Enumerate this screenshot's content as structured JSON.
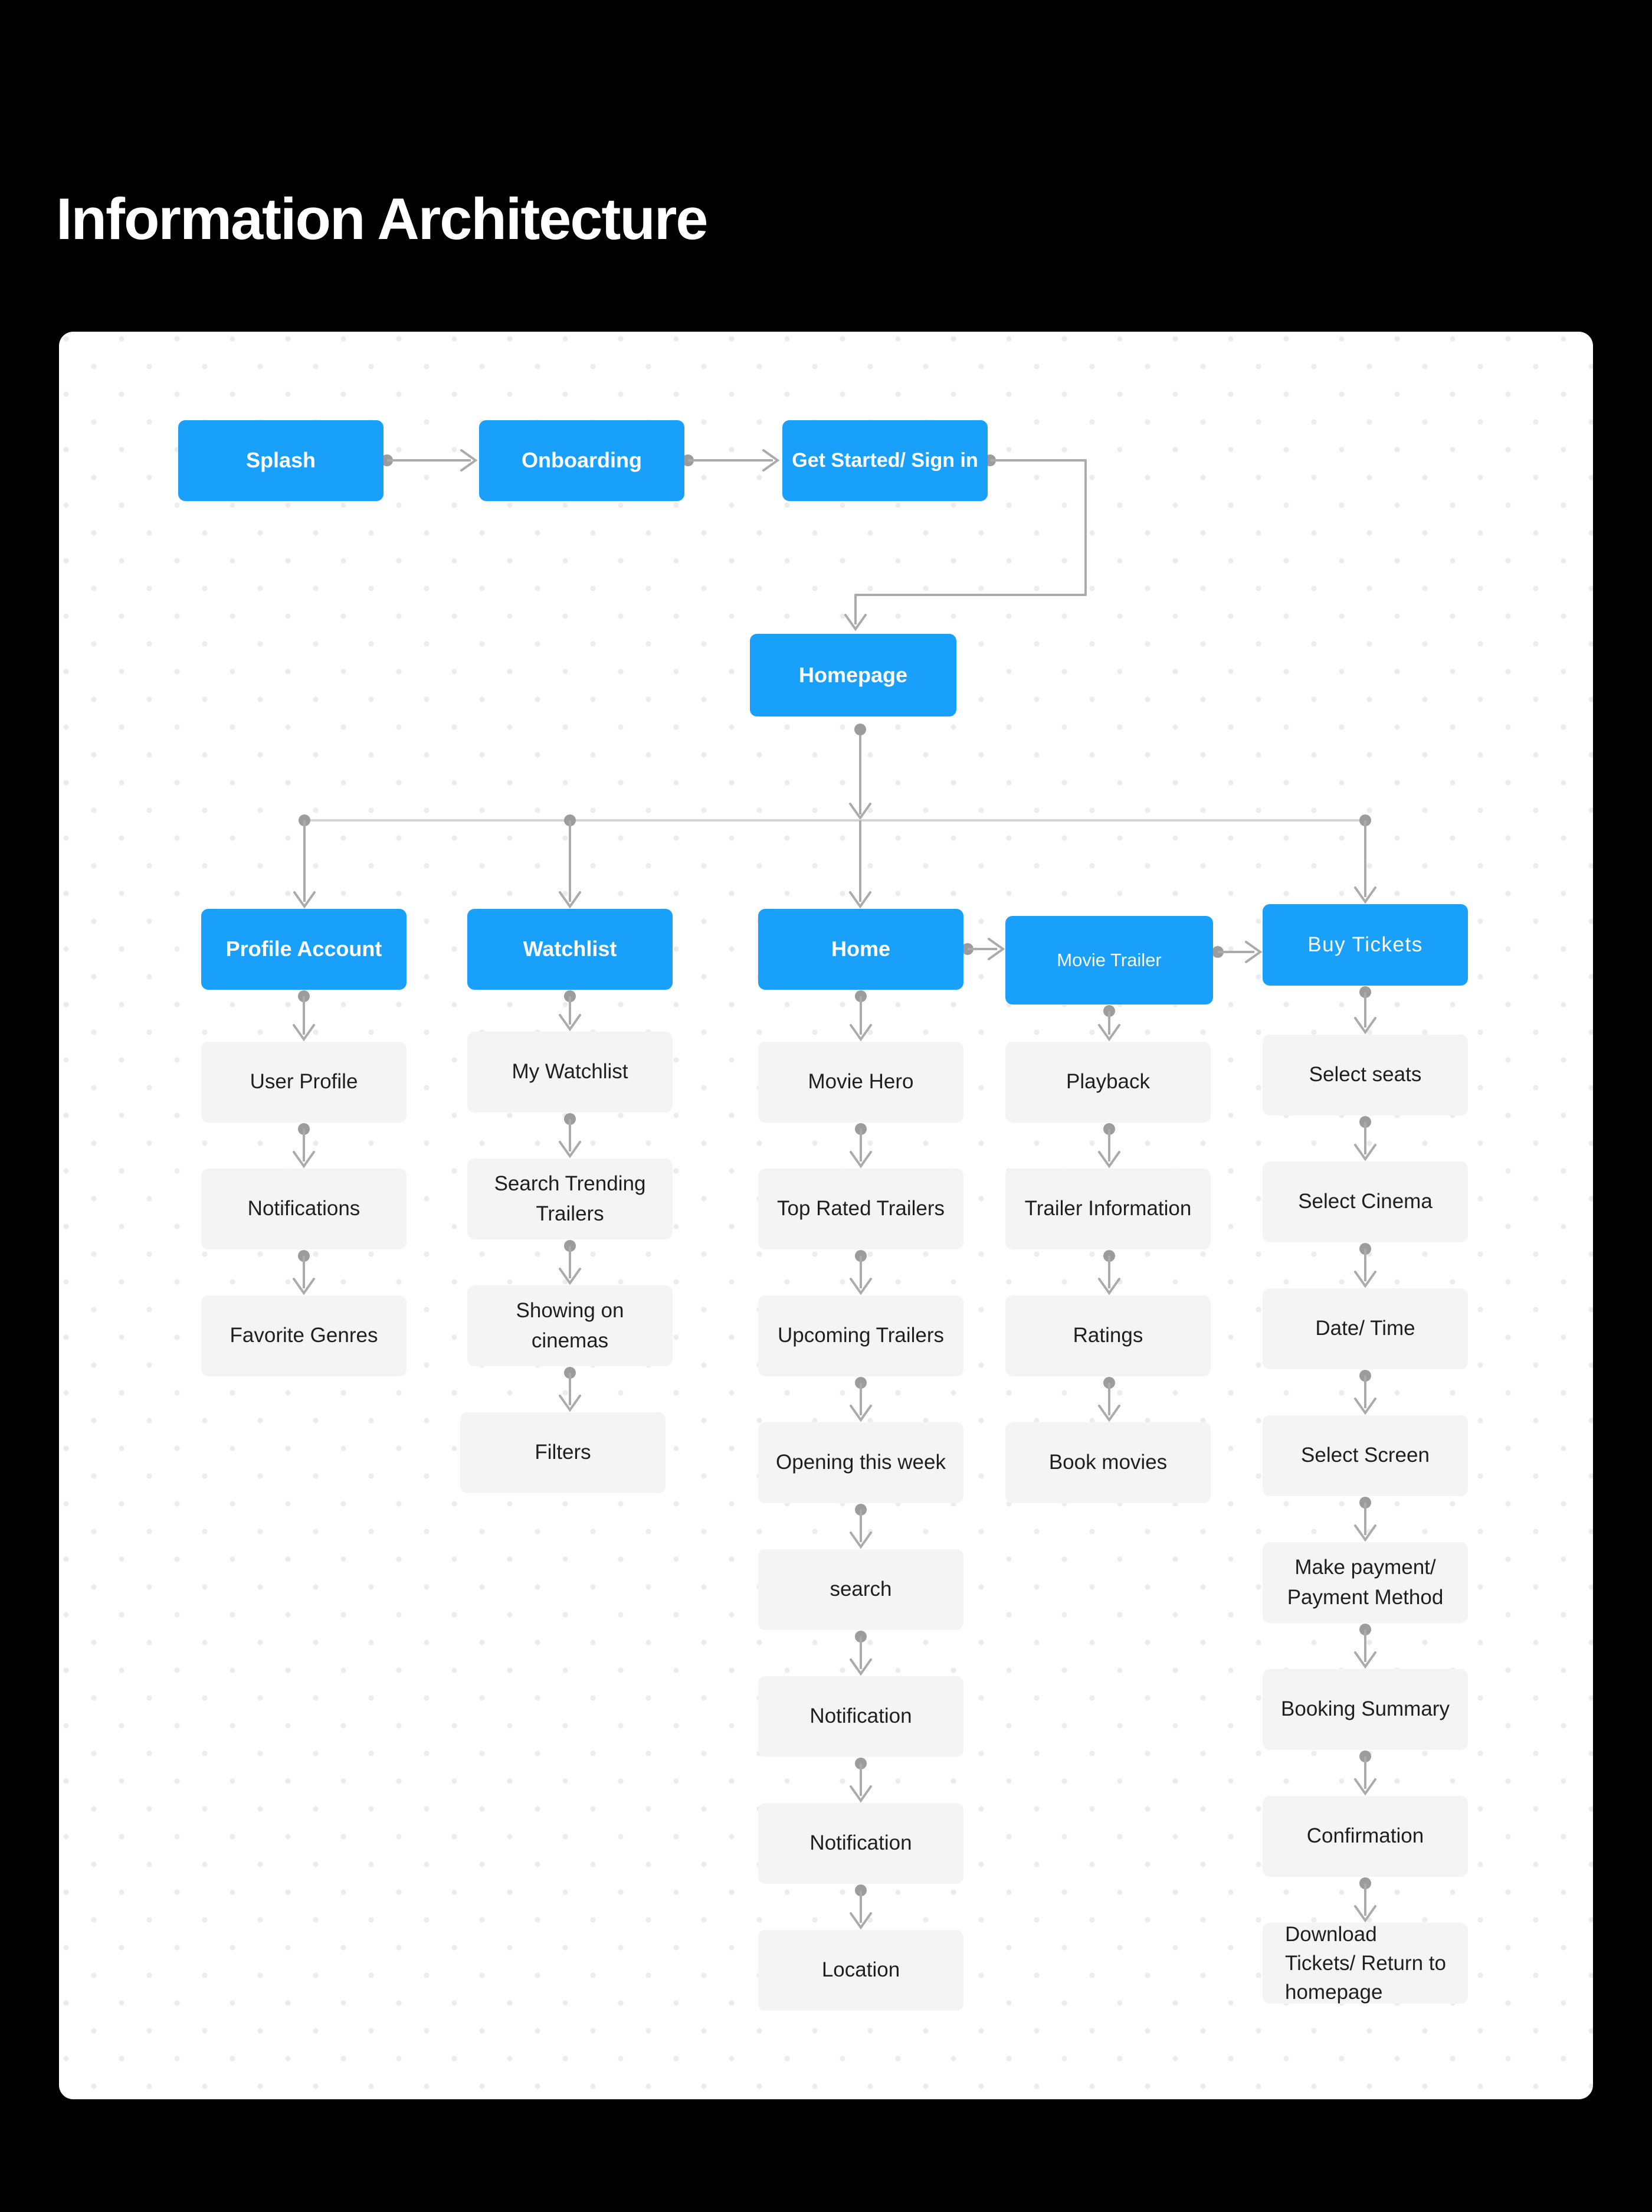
{
  "title": "Information Architecture",
  "flow": {
    "top_row": [
      {
        "label": "Splash"
      },
      {
        "label": "Onboarding"
      },
      {
        "label": "Get Started/ Sign in"
      }
    ],
    "homepage": {
      "label": "Homepage"
    },
    "sections": [
      {
        "parent": "Profile Account",
        "children": [
          "User Profile",
          "Notifications",
          "Favorite Genres"
        ]
      },
      {
        "parent": "Watchlist",
        "children": [
          "My Watchlist",
          "Search Trending Trailers",
          "Showing on cinemas",
          "Filters"
        ]
      },
      {
        "parent": "Home",
        "children": [
          "Movie Hero",
          "Top Rated Trailers",
          "Upcoming Trailers",
          "Opening this week",
          "search",
          "Notification",
          "Notification",
          "Location"
        ]
      },
      {
        "parent": "Movie Trailer",
        "children": [
          "Playback",
          "Trailer Information",
          "Ratings",
          "Book movies"
        ]
      },
      {
        "parent": "Buy Tickets",
        "children": [
          "Select seats",
          "Select Cinema",
          "Date/ Time",
          "Select Screen",
          "Make payment/ Payment Method",
          "Booking Summary",
          "Confirmation",
          "Download Tickets/ Return to homepage"
        ]
      }
    ],
    "colors": {
      "background": "#000000",
      "panel": "#FFFFFF",
      "node_blue": "#18A0FB",
      "node_gray": "#F4F4F4",
      "node_text_dark": "#1F1F1F",
      "node_text_light": "#FFFFFF",
      "connector": "#ABABAB",
      "branch_line": "#D4D4D4",
      "connector_dot": "#9C9C9C"
    }
  }
}
